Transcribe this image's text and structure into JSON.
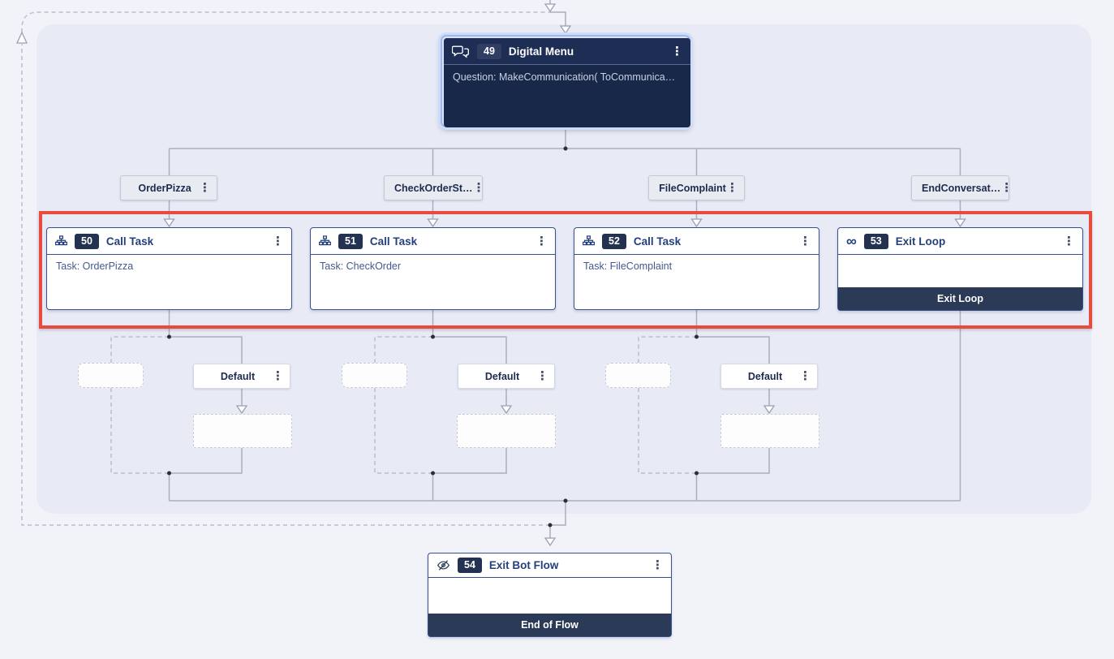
{
  "nodes": {
    "digital_menu": {
      "number": "49",
      "title": "Digital Menu",
      "body": "Question: MakeCommunication( ToCommunica…",
      "icon": "chat-bubbles-icon",
      "selected": true
    },
    "call_task_1": {
      "number": "50",
      "title": "Call Task",
      "body": "Task: OrderPizza",
      "icon": "sitemap-icon"
    },
    "call_task_2": {
      "number": "51",
      "title": "Call Task",
      "body": "Task: CheckOrder",
      "icon": "sitemap-icon"
    },
    "call_task_3": {
      "number": "52",
      "title": "Call Task",
      "body": "Task: FileComplaint",
      "icon": "sitemap-icon"
    },
    "exit_loop": {
      "number": "53",
      "title": "Exit Loop",
      "body": "",
      "footer": "Exit Loop",
      "icon": "infinity-icon"
    },
    "exit_bot_flow": {
      "number": "54",
      "title": "Exit Bot Flow",
      "body": "",
      "footer": "End of Flow",
      "icon": "eye-off-icon"
    }
  },
  "branches": [
    {
      "label": "OrderPizza"
    },
    {
      "label": "CheckOrderSt…"
    },
    {
      "label": "FileComplaint"
    },
    {
      "label": "EndConversat…"
    }
  ],
  "default_branches": [
    {
      "label": "Default"
    },
    {
      "label": "Default"
    },
    {
      "label": "Default"
    }
  ],
  "colors": {
    "highlight_red": "#e84a3e",
    "node_border_blue": "#35518e",
    "dark_node_navy": "#172849",
    "footer_navy": "#2b3a56",
    "canvas_lavender": "#e8eaf5",
    "connector_gray": "#a9aec0"
  }
}
